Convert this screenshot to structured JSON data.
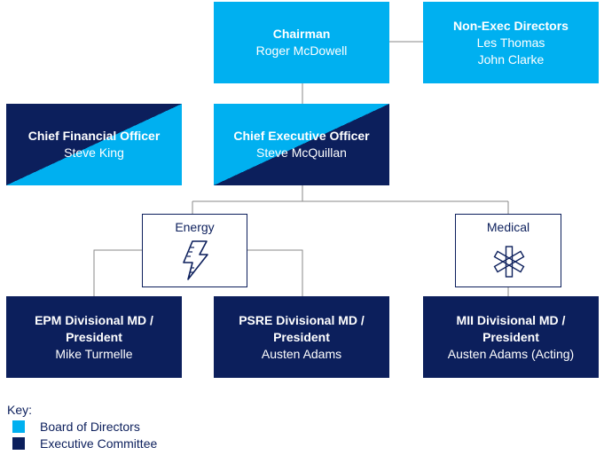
{
  "chairman": {
    "title": "Chairman",
    "name": "Roger McDowell"
  },
  "non_exec": {
    "title": "Non-Exec Directors",
    "names": [
      "Les Thomas",
      "John Clarke"
    ]
  },
  "cfo": {
    "title": "Chief Financial Officer",
    "name": "Steve King"
  },
  "ceo": {
    "title": "Chief Executive Officer",
    "name": "Steve McQuillan"
  },
  "energy": {
    "label": "Energy",
    "icon": "lightning-bolt-icon"
  },
  "medical": {
    "label": "Medical",
    "icon": "star-of-life-icon"
  },
  "epm": {
    "title_lines": [
      "EPM Divisional MD /",
      "President"
    ],
    "name": "Mike Turmelle"
  },
  "psre": {
    "title_lines": [
      "PSRE Divisional MD /",
      "President"
    ],
    "name": "Austen Adams"
  },
  "mii": {
    "title_lines": [
      "MII Divisional MD /",
      "President"
    ],
    "name": "Austen Adams (Acting)"
  },
  "key": {
    "title": "Key:",
    "items": [
      {
        "label": "Board of Directors",
        "color": "#00b0f0"
      },
      {
        "label": "Executive Committee",
        "color": "#0c1f5c"
      }
    ]
  },
  "colors": {
    "light_blue": "#00b0f0",
    "dark_navy": "#0c1f5c",
    "connector": "#8a8a8a"
  }
}
